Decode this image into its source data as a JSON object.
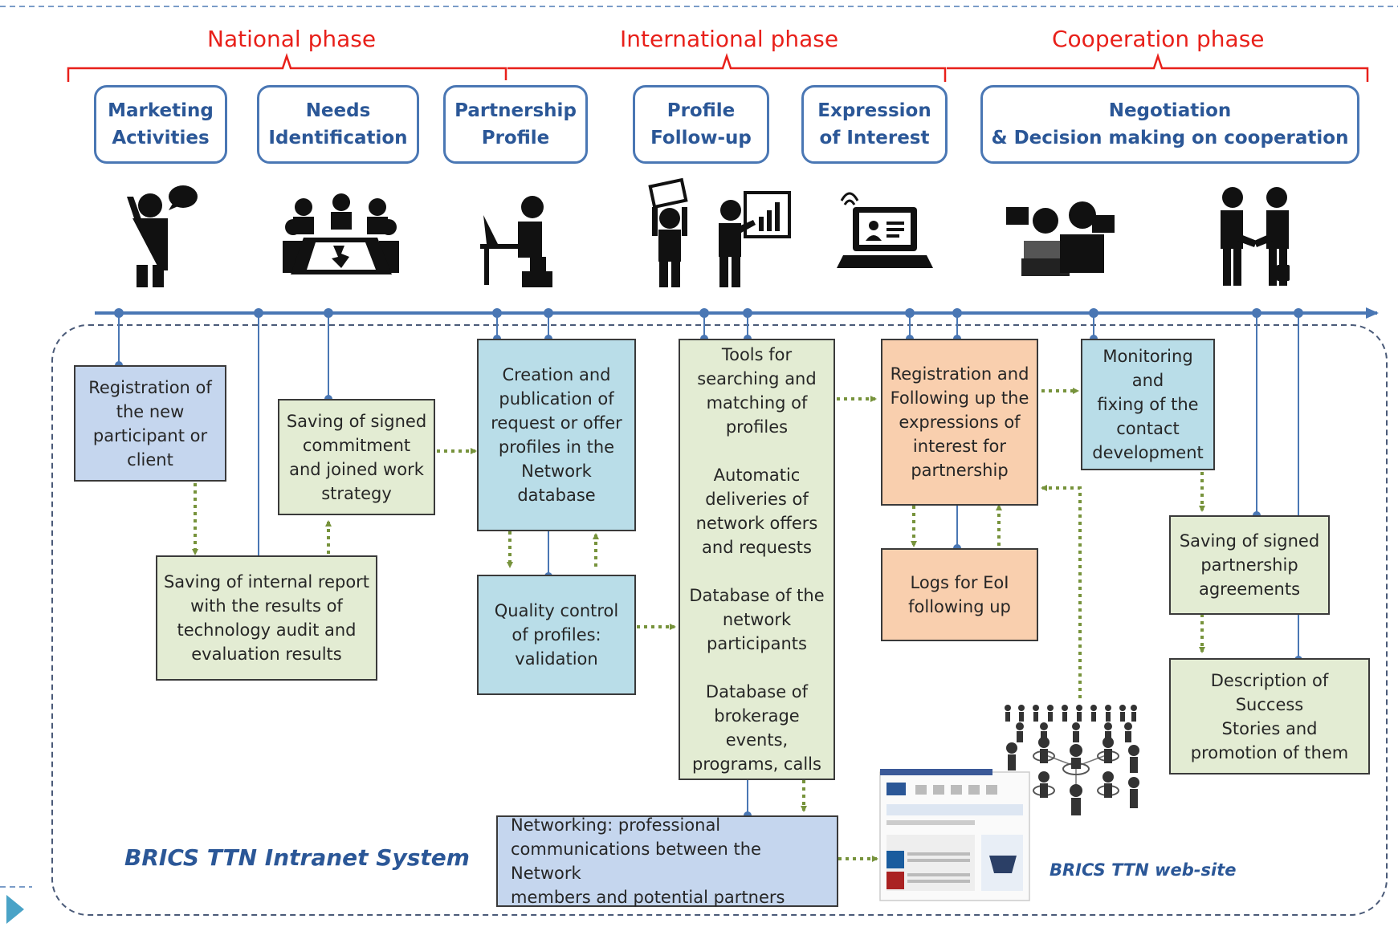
{
  "phases": {
    "national": "National phase",
    "international": "International phase",
    "cooperation": "Cooperation  phase"
  },
  "stages": [
    {
      "label": "Marketing\nActivities"
    },
    {
      "label": "Needs\nIdentification"
    },
    {
      "label": "Partnership\nProfile"
    },
    {
      "label": "Profile\nFollow-up"
    },
    {
      "label": "Expression\nof Interest"
    },
    {
      "label": "Negotiation\n& Decision making on cooperation"
    }
  ],
  "nodes": {
    "registration": "Registration of\nthe new\nparticipant or\nclient",
    "internal_report": "Saving of internal report\nwith the results of\ntechnology audit and\nevaluation results",
    "commitment": "Saving of signed\ncommitment\nand joined work\nstrategy",
    "creation": "Creation and\npublication of\nrequest or offer\nprofiles in the\nNetwork\ndatabase",
    "quality": "Quality control\nof profiles:\nvalidation",
    "tools": "Tools for\nsearching and\nmatching of\nprofiles\n\nAutomatic\ndeliveries of\nnetwork offers\nand requests\n\nDatabase of the\nnetwork\nparticipants\n\nDatabase of\nbrokerage\nevents,\nprograms, calls",
    "networking": "Networking: professional\ncommunications between the Network\nmembers and potential partners",
    "eoi_registration": "Registration and\nFollowing up the\nexpressions of\ninterest for\npartnership",
    "logs": "Logs for EoI\nfollowing up",
    "monitoring": "Monitoring and\nfixing of the\ncontact\ndevelopment",
    "agreements": "Saving of signed\npartnership\nagreements",
    "success": "Description of Success\nStories and\npromotion of them"
  },
  "system_label": "BRICS TTN Intranet System",
  "website_label": "BRICS TTN web-site",
  "icons": [
    "speaker-person-icon",
    "meeting-table-icon",
    "laptop-worker-icon",
    "sign-holder-icon",
    "presenter-chart-icon",
    "video-call-icon",
    "video-conference-icon",
    "handshake-icon",
    "people-network-icon",
    "website-screenshot-icon"
  ],
  "colors": {
    "phase_red": "#e8201a",
    "timeline_blue": "#4a77b4",
    "dotted_green": "#77933c",
    "box_blue": "#c5d6ee",
    "box_green": "#e3ecd3",
    "box_cyan": "#b9dde8",
    "box_orange": "#f9cfae"
  }
}
